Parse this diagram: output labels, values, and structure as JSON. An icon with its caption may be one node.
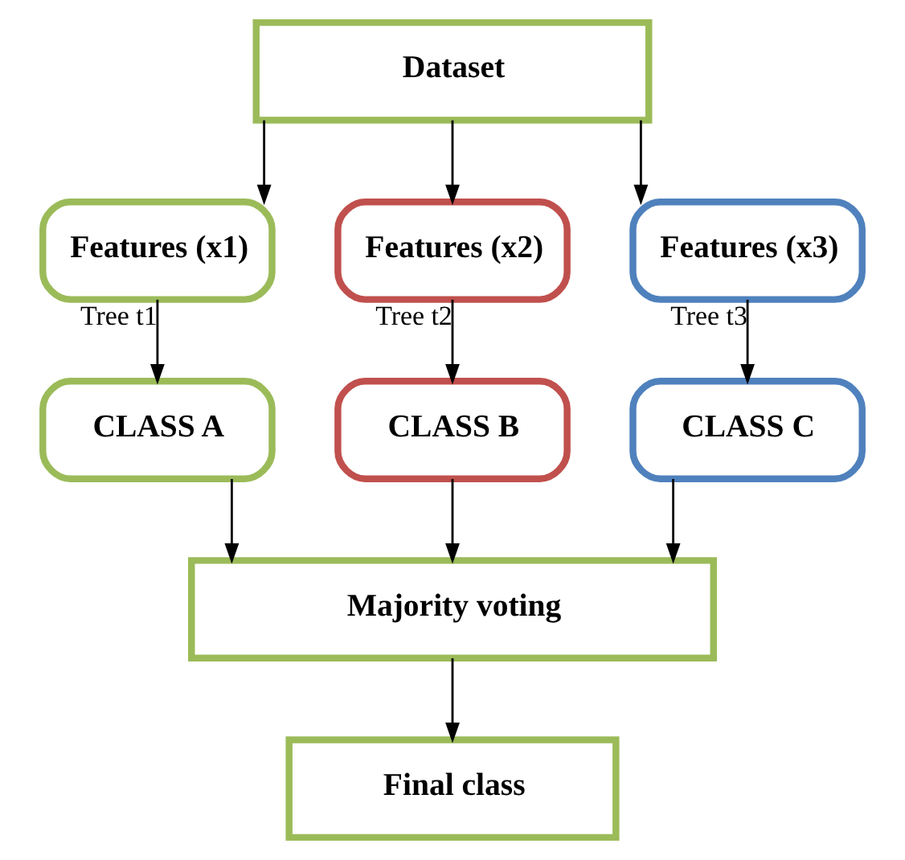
{
  "diagram": {
    "nodes": [
      {
        "text": [
          "Dataset"
        ]
      },
      {
        "text": [
          "Features (x1)"
        ]
      },
      {
        "text": [
          "Features (x2)"
        ]
      },
      {
        "text": [
          "Features (x3)"
        ]
      },
      {
        "text": [
          "CLASS A"
        ]
      },
      {
        "text": [
          "CLASS B"
        ]
      },
      {
        "text": [
          "CLASS C"
        ]
      },
      {
        "text": [
          "Majority voting"
        ]
      },
      {
        "text": [
          "Final class"
        ]
      }
    ],
    "edges": [
      {
        "from": 0,
        "to": 1,
        "arrow": "to"
      },
      {
        "from": 0,
        "to": 2,
        "arrow": "to"
      },
      {
        "from": 0,
        "to": 3,
        "arrow": "to"
      },
      {
        "from": 1,
        "to": 4,
        "arrow": "to",
        "label": "Tree t1"
      },
      {
        "from": 2,
        "to": 5,
        "arrow": "to",
        "label": "Tree t2"
      },
      {
        "from": 3,
        "to": 6,
        "arrow": "to",
        "label": "Tree t3"
      },
      {
        "from": 4,
        "to": 7,
        "arrow": "to"
      },
      {
        "from": 5,
        "to": 7,
        "arrow": "to"
      },
      {
        "from": 6,
        "to": 7,
        "arrow": "to"
      },
      {
        "from": 7,
        "to": 8,
        "arrow": "to"
      }
    ]
  }
}
